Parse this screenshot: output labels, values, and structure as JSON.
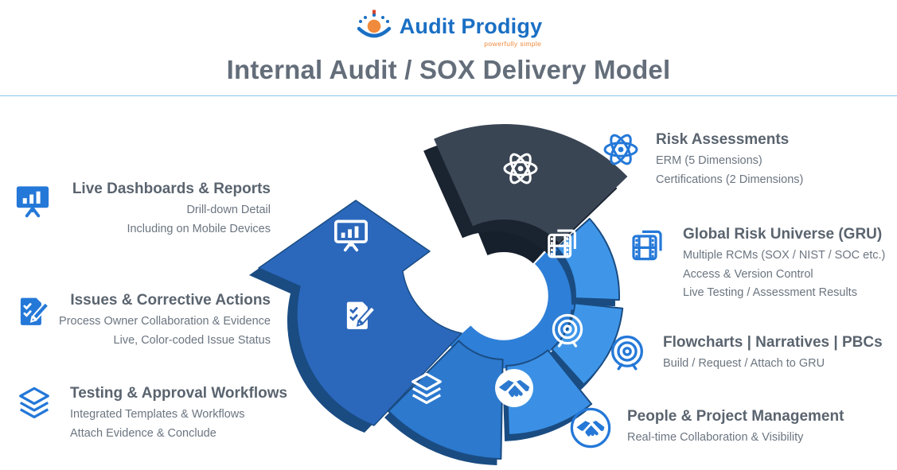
{
  "logo": {
    "name": "Audit Prodigy",
    "tagline": "powerfully simple"
  },
  "title": "Internal Audit / SOX Delivery Model",
  "left_items": [
    {
      "heading": "Live Dashboards & Reports",
      "lines": [
        "Drill-down Detail",
        "Including on Mobile Devices"
      ],
      "icon": "presentation-board-icon"
    },
    {
      "heading": "Issues & Corrective Actions",
      "lines": [
        "Process Owner Collaboration & Evidence",
        "Live, Color-coded Issue Status"
      ],
      "icon": "checklist-pencil-icon"
    },
    {
      "heading": "Testing & Approval Workflows",
      "lines": [
        "Integrated Templates & Workflows",
        "Attach Evidence & Conclude"
      ],
      "icon": "layers-icon"
    }
  ],
  "right_items": [
    {
      "heading": "Risk Assessments",
      "lines": [
        "ERM (5 Dimensions)",
        "Certifications (2 Dimensions)"
      ],
      "icon": "atom-icon"
    },
    {
      "heading": "Global Risk Universe (GRU)",
      "lines": [
        "Multiple RCMs (SOX / NIST / SOC etc.)",
        "Access & Version Control",
        "Live Testing / Assessment Results"
      ],
      "icon": "film-frames-icon"
    },
    {
      "heading": "Flowcharts | Narratives | PBCs",
      "lines": [
        "Build / Request / Attach to GRU"
      ],
      "icon": "target-icon"
    },
    {
      "heading": "People & Project Management",
      "lines": [
        "Real-time Collaboration & Visibility"
      ],
      "icon": "handshake-icon"
    }
  ],
  "diagram": {
    "colors": {
      "dark_segment": "#3A4554",
      "dark_side": "#1A2330",
      "dark_inner": "#161F2C",
      "bright_blue": "#3F96E9",
      "people_blue": "#3B90E5",
      "mid_blue": "#2C79CE",
      "arrow_blue": "#2B68BC",
      "rim_navy": "#1A4C82",
      "inner_wall": "#2E7FD8",
      "icon_white": "#FFFFFF",
      "accent_blue": "#2478D8",
      "heading_gray": "#5A646F",
      "logo_blue": "#1A6FC4",
      "logo_orange": "#F08A3C"
    },
    "segments": [
      {
        "id": "risk",
        "label": "Risk Assessments",
        "icon": "atom-icon"
      },
      {
        "id": "gru",
        "label": "Global Risk Universe (GRU)",
        "icon": "film-frames-icon"
      },
      {
        "id": "flowcharts",
        "label": "Flowcharts | Narratives | PBCs",
        "icon": "target-icon"
      },
      {
        "id": "people",
        "label": "People & Project Management",
        "icon": "handshake-icon"
      },
      {
        "id": "testing",
        "label": "Testing & Approval Workflows",
        "icon": "layers-icon"
      },
      {
        "id": "arrow",
        "label": "Issues & Corrective Actions / Live Dashboards & Reports",
        "icon": "checklist-pencil-icon, presentation-board-icon"
      }
    ]
  }
}
